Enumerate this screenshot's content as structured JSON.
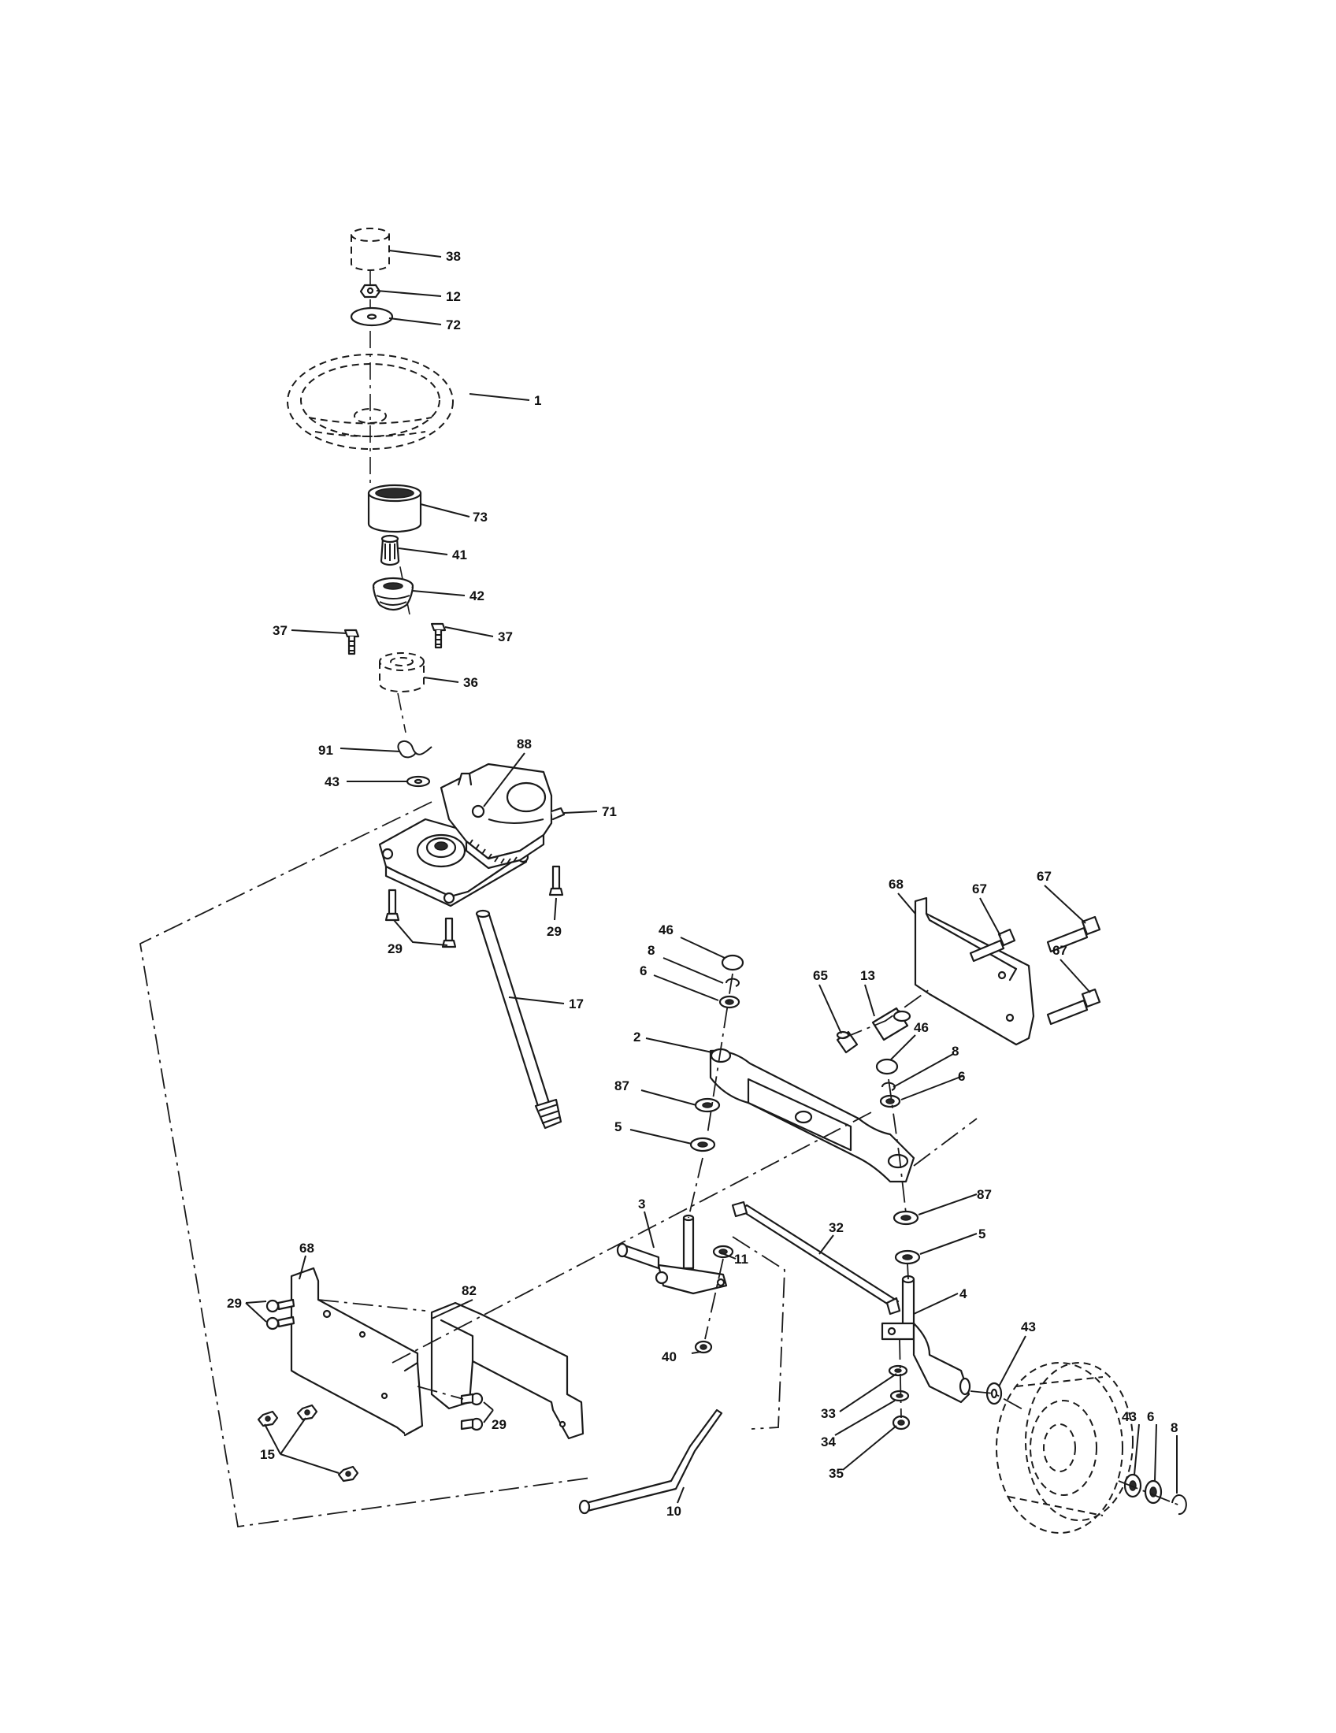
{
  "diagram": {
    "callouts": {
      "c38": "38",
      "c12": "12",
      "c72": "72",
      "c1": "1",
      "c73": "73",
      "c41": "41",
      "c42": "42",
      "c37": "37",
      "c36": "36",
      "c91": "91",
      "c43": "43",
      "c88": "88",
      "c71": "71",
      "c29": "29",
      "c17": "17",
      "c68": "68",
      "c67": "67",
      "c46": "46",
      "c8": "8",
      "c6": "6",
      "c13": "13",
      "c65": "65",
      "c2": "2",
      "c87": "87",
      "c5": "5",
      "c3": "3",
      "c11": "11",
      "c32": "32",
      "c4": "4",
      "c40": "40",
      "c82": "82",
      "c15": "15",
      "c10": "10",
      "c33": "33",
      "c34": "34",
      "c35": "35"
    }
  }
}
